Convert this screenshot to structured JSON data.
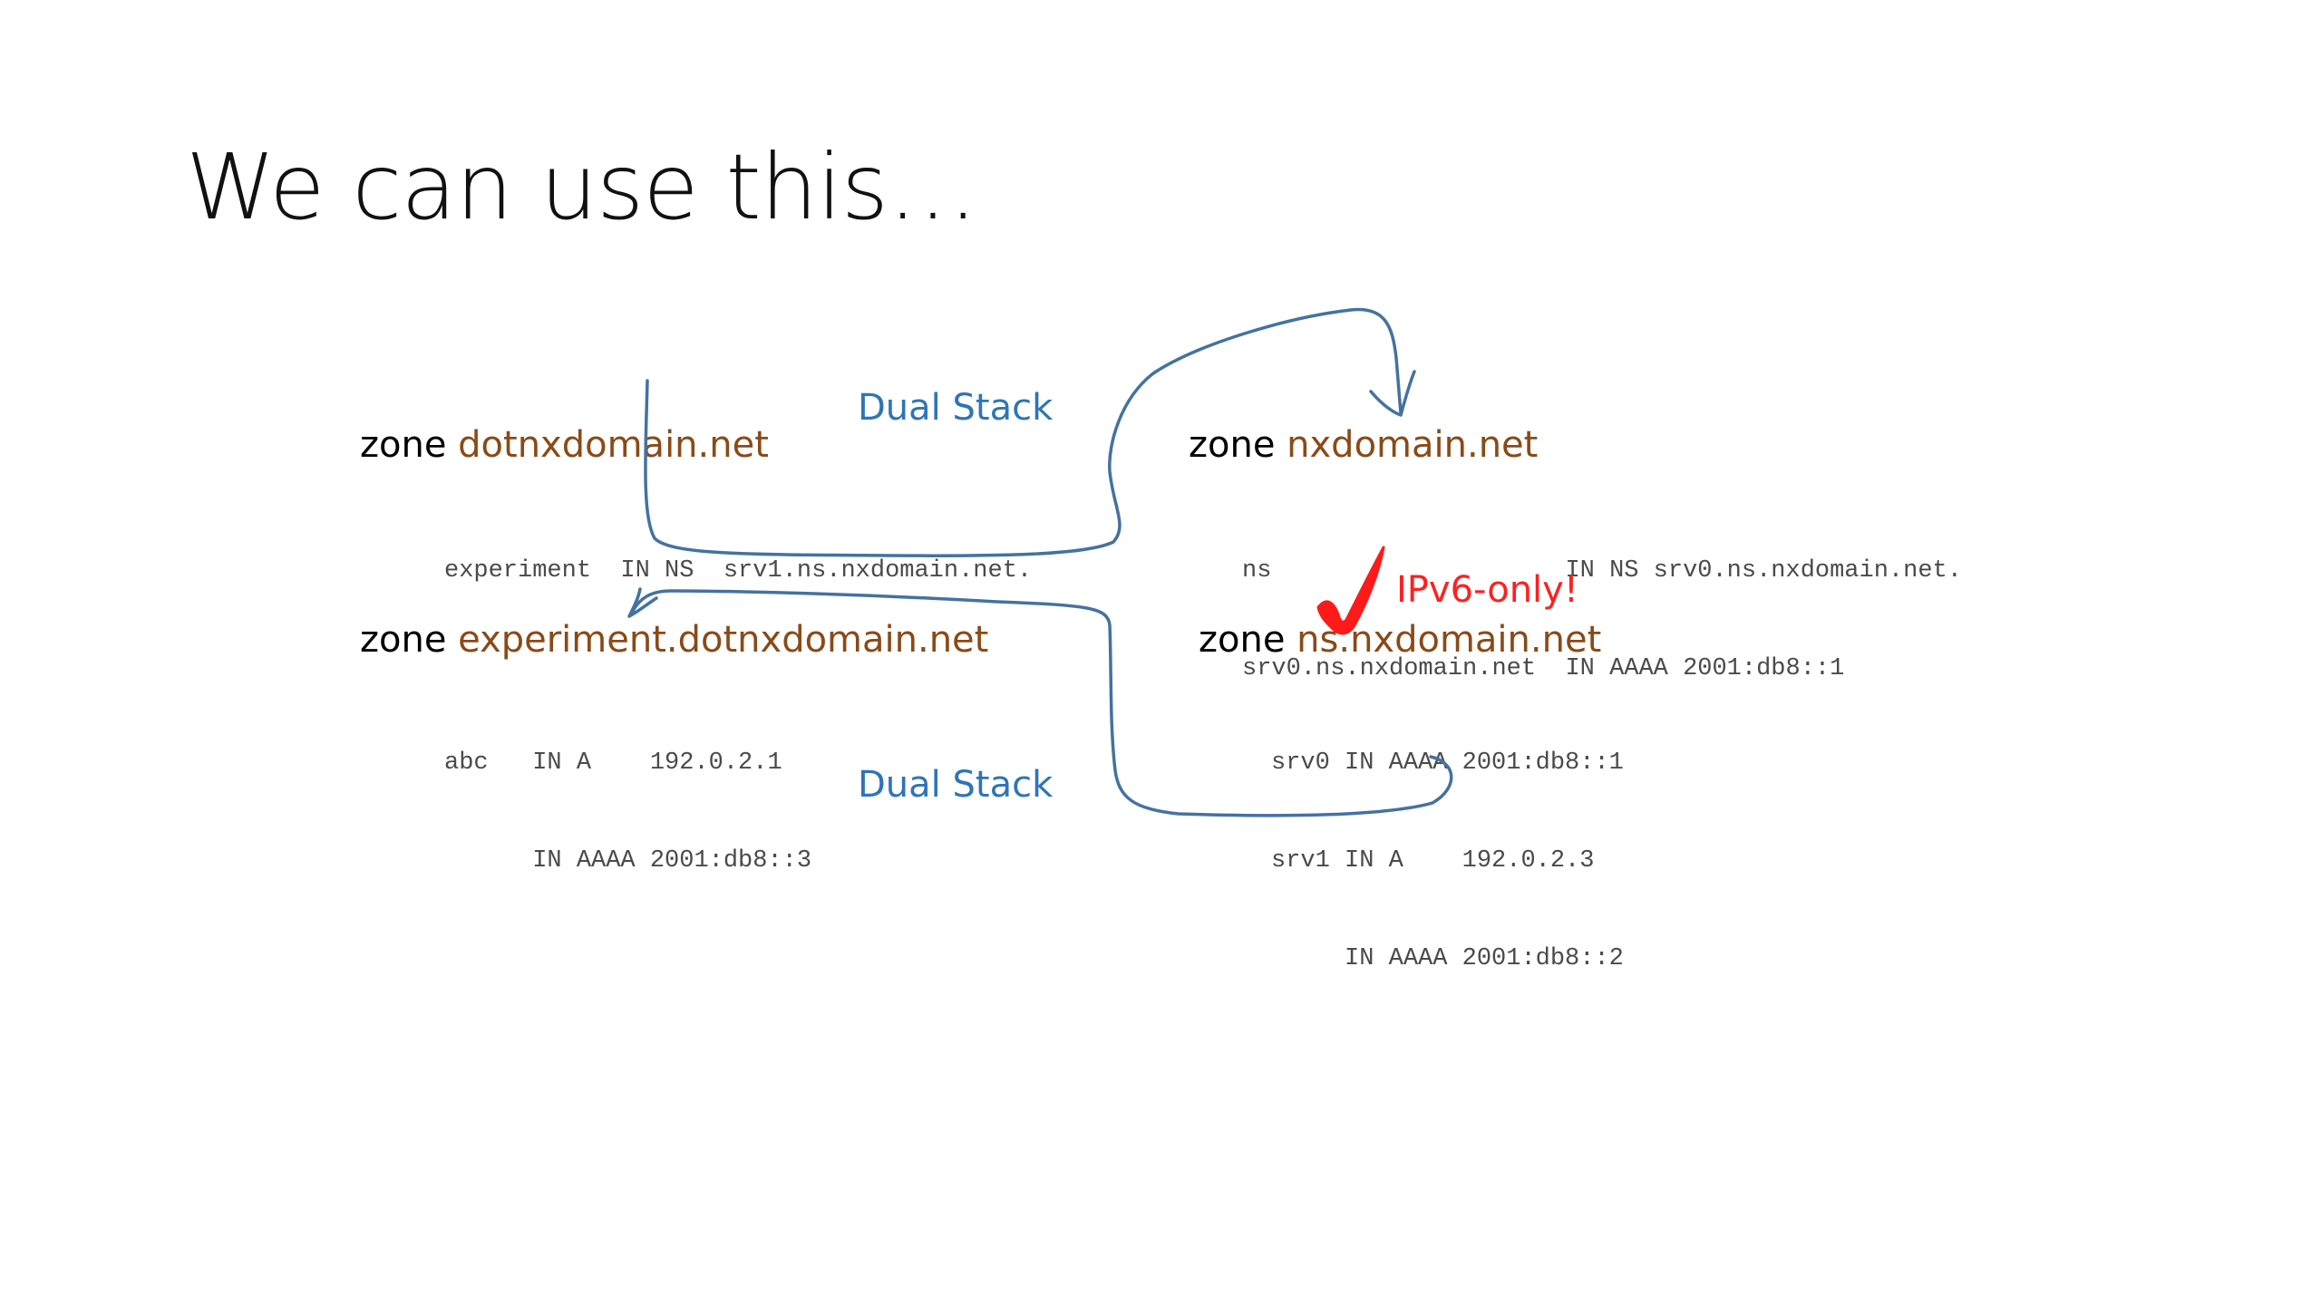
{
  "slide": {
    "title": "We can use this…"
  },
  "zones": {
    "dotnxdomain": {
      "keyword": "zone",
      "name": "dotnxdomain.net",
      "records": [
        "experiment  IN NS  srv1.ns.nxdomain.net."
      ]
    },
    "nxdomain": {
      "keyword": "zone",
      "name": "nxdomain.net",
      "records": [
        "ns                    IN NS srv0.ns.nxdomain.net.",
        "srv0.ns.nxdomain.net  IN AAAA 2001:db8::1"
      ]
    },
    "experiment": {
      "keyword": "zone",
      "name": "experiment.dotnxdomain.net",
      "records": [
        "abc   IN A    192.0.2.1",
        "      IN AAAA 2001:db8::3"
      ]
    },
    "ns_nxdomain": {
      "keyword": "zone",
      "name": "ns.nxdomain.net",
      "records": [
        "srv0 IN AAAA 2001:db8::1",
        "srv1 IN A    192.0.2.3",
        "     IN AAAA 2001:db8::2"
      ]
    }
  },
  "annotations": {
    "top_label": "Dual Stack",
    "bottom_label": "Dual Stack",
    "ipv6_label": "IPv6-only!"
  },
  "colors": {
    "zone_name": "#8a4a17",
    "ink_blue": "#4472a0",
    "label_blue": "#2e75b6",
    "label_red": "#ff2020"
  }
}
